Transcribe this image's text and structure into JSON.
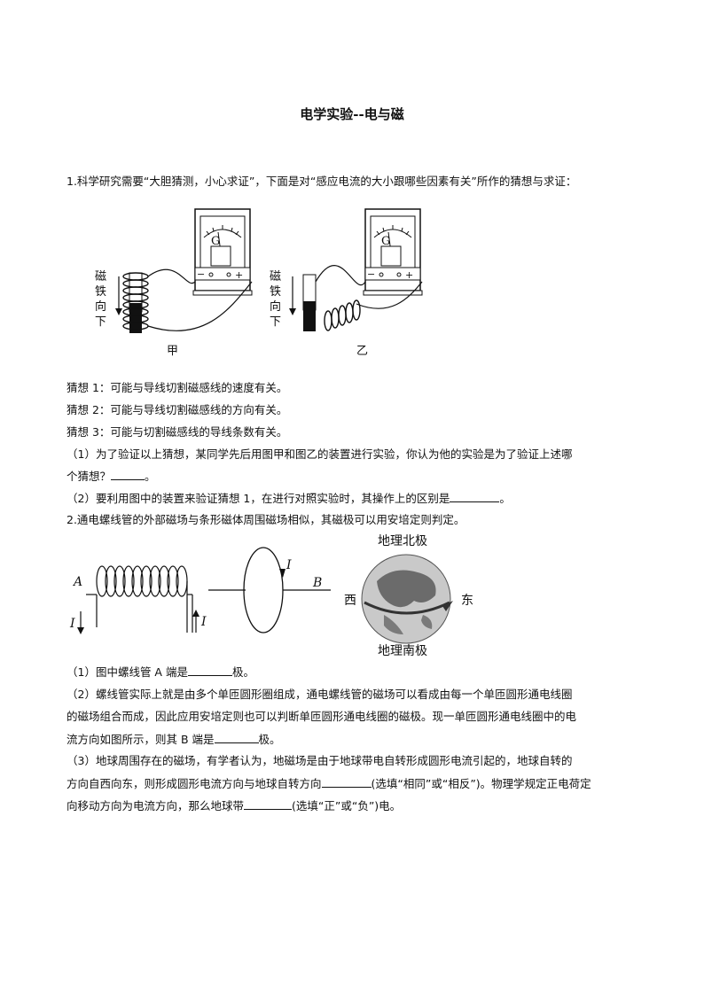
{
  "title": "电学实验--电与磁",
  "q1": {
    "intro": "1.科学研究需要“大胆猜测，小心求证”，下面是对“感应电流的大小跟哪些因素有关”所作的猜想与求证：",
    "figure": {
      "meter_letter": "G",
      "magnet_label_chars": [
        "磁",
        "铁",
        "向",
        "下"
      ],
      "left_caption": "甲",
      "right_caption": "乙"
    },
    "guess1": "猜想 1：可能与导线切割磁感线的速度有关。",
    "guess2": "猜想 2：可能与导线切割磁感线的方向有关。",
    "guess3": "猜想 3：可能与切割磁感线的导线条数有关。",
    "sub1_line1": "（1）为了验证以上猜想，某同学先后用图甲和图乙的装置进行实验，你认为他的实验是为了验证上述哪",
    "sub1_line2": "个猜想？",
    "sub1_line2_end": "。",
    "sub2_a": "（2）要利用图中的装置来验证猜想 1，在进行对照实验时，其操作上的区别是",
    "sub2_b": "。"
  },
  "q2": {
    "intro": "2.通电螺线管的外部磁场与条形磁体周围磁场相似，其磁极可以用安培定则判定。",
    "figure": {
      "label_A": "A",
      "label_I": "I",
      "label_B": "B",
      "north": "地理北极",
      "south": "地理南极",
      "west": "西",
      "east": "东"
    },
    "sub1_a": "（1）图中螺线管 A 端是",
    "sub1_b": "极。",
    "sub2_line1": "（2）螺线管实际上就是由多个单匝圆形圈组成，通电螺线管的磁场可以看成由每一个单匝圆形通电线圈",
    "sub2_line2": "的磁场组合而成，因此应用安培定则也可以判断单匝圆形通电线圈的磁极。现一单匝圆形通电线圈中的电",
    "sub2_line3a": "流方向如图所示，则其 B 端是",
    "sub2_line3b": "极。",
    "sub3_line1": "（3）地球周围存在的磁场，有学者认为，地磁场是由于地球带电自转形成圆形电流引起的，地球自转的",
    "sub3_line2a": "方向自西向东，则形成圆形电流方向与地球自转方向",
    "sub3_line2b": "(选填“相同”或“相反”)。物理学规定正电荷定",
    "sub3_line3a": "向移动方向为电流方向，那么地球带",
    "sub3_line3b": "(选填“正”或“负”)电。"
  }
}
